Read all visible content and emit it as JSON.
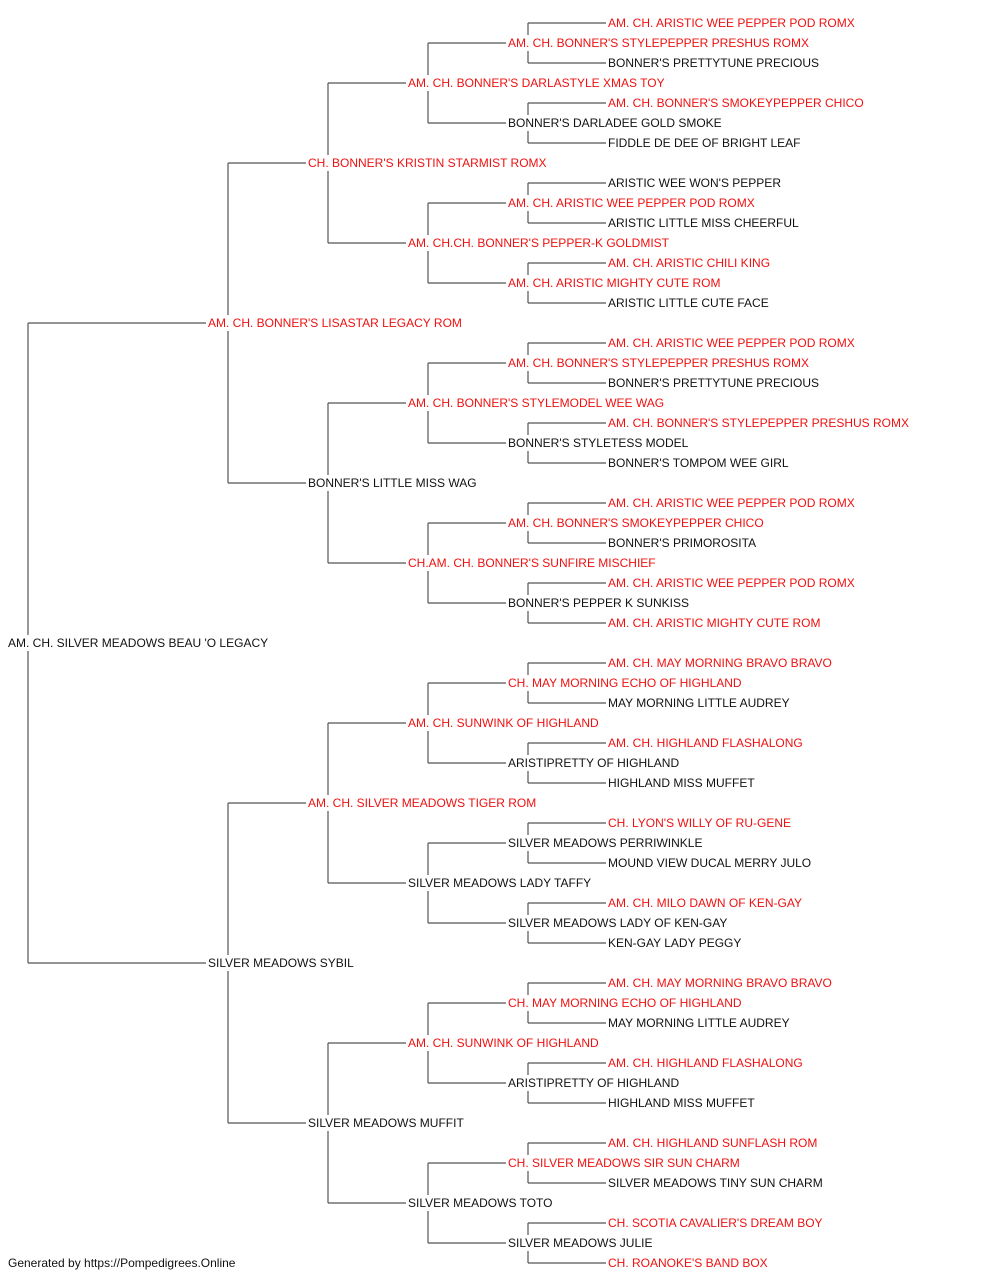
{
  "colors": {
    "titled": "#ee1111",
    "plain": "#111111",
    "line": "#555555"
  },
  "footer": "Generated by https://Pompedigrees.Online",
  "pedigree": {
    "name": "AM. CH. SILVER MEADOWS BEAU 'O LEGACY",
    "titled": false,
    "sire": {
      "name": "AM. CH. BONNER'S LISASTAR LEGACY ROM",
      "titled": true,
      "sire": {
        "name": "CH. BONNER'S KRISTIN STARMIST ROMX",
        "titled": true,
        "sire": {
          "name": "AM. CH. BONNER'S DARLASTYLE XMAS TOY",
          "titled": true,
          "sire": {
            "name": "AM. CH. BONNER'S STYLEPEPPER PRESHUS ROMX",
            "titled": true,
            "sire": {
              "name": "AM. CH. ARISTIC WEE PEPPER POD ROMX",
              "titled": true
            },
            "dam": {
              "name": "BONNER'S PRETTYTUNE PRECIOUS",
              "titled": false
            }
          },
          "dam": {
            "name": "BONNER'S DARLADEE GOLD SMOKE",
            "titled": false,
            "sire": {
              "name": "AM. CH. BONNER'S SMOKEYPEPPER CHICO",
              "titled": true
            },
            "dam": {
              "name": "FIDDLE DE DEE OF BRIGHT LEAF",
              "titled": false
            }
          }
        },
        "dam": {
          "name": "AM. CH.CH. BONNER'S PEPPER-K GOLDMIST",
          "titled": true,
          "sire": {
            "name": "AM. CH. ARISTIC WEE PEPPER POD ROMX",
            "titled": true,
            "sire": {
              "name": "ARISTIC WEE WON'S PEPPER",
              "titled": false
            },
            "dam": {
              "name": "ARISTIC LITTLE MISS CHEERFUL",
              "titled": false
            }
          },
          "dam": {
            "name": "AM. CH. ARISTIC MIGHTY CUTE ROM",
            "titled": true,
            "sire": {
              "name": "AM. CH. ARISTIC CHILI KING",
              "titled": true
            },
            "dam": {
              "name": "ARISTIC LITTLE CUTE FACE",
              "titled": false
            }
          }
        }
      },
      "dam": {
        "name": "BONNER'S LITTLE MISS WAG",
        "titled": false,
        "sire": {
          "name": "AM. CH. BONNER'S STYLEMODEL WEE WAG",
          "titled": true,
          "sire": {
            "name": "AM. CH. BONNER'S STYLEPEPPER PRESHUS ROMX",
            "titled": true,
            "sire": {
              "name": "AM. CH. ARISTIC WEE PEPPER POD ROMX",
              "titled": true
            },
            "dam": {
              "name": "BONNER'S PRETTYTUNE PRECIOUS",
              "titled": false
            }
          },
          "dam": {
            "name": "BONNER'S STYLETESS MODEL",
            "titled": false,
            "sire": {
              "name": "AM. CH. BONNER'S STYLEPEPPER PRESHUS ROMX",
              "titled": true
            },
            "dam": {
              "name": "BONNER'S TOMPOM WEE GIRL",
              "titled": false
            }
          }
        },
        "dam": {
          "name": "CH.AM. CH. BONNER'S SUNFIRE MISCHIEF",
          "titled": true,
          "sire": {
            "name": "AM. CH. BONNER'S SMOKEYPEPPER CHICO",
            "titled": true,
            "sire": {
              "name": "AM. CH. ARISTIC WEE PEPPER POD ROMX",
              "titled": true
            },
            "dam": {
              "name": "BONNER'S PRIMOROSITA",
              "titled": false
            }
          },
          "dam": {
            "name": "BONNER'S PEPPER K SUNKISS",
            "titled": false,
            "sire": {
              "name": "AM. CH. ARISTIC WEE PEPPER POD ROMX",
              "titled": true
            },
            "dam": {
              "name": "AM. CH. ARISTIC MIGHTY CUTE ROM",
              "titled": true
            }
          }
        }
      }
    },
    "dam": {
      "name": "SILVER MEADOWS SYBIL",
      "titled": false,
      "sire": {
        "name": "AM. CH. SILVER MEADOWS TIGER ROM",
        "titled": true,
        "sire": {
          "name": "AM. CH. SUNWINK OF HIGHLAND",
          "titled": true,
          "sire": {
            "name": "CH. MAY MORNING ECHO OF HIGHLAND",
            "titled": true,
            "sire": {
              "name": "AM. CH. MAY MORNING BRAVO BRAVO",
              "titled": true
            },
            "dam": {
              "name": "MAY MORNING LITTLE AUDREY",
              "titled": false
            }
          },
          "dam": {
            "name": "ARISTIPRETTY OF HIGHLAND",
            "titled": false,
            "sire": {
              "name": "AM. CH. HIGHLAND FLASHALONG",
              "titled": true
            },
            "dam": {
              "name": "HIGHLAND MISS MUFFET",
              "titled": false
            }
          }
        },
        "dam": {
          "name": "SILVER MEADOWS LADY TAFFY",
          "titled": false,
          "sire": {
            "name": "SILVER MEADOWS PERRIWINKLE",
            "titled": false,
            "sire": {
              "name": "CH. LYON'S WILLY OF RU-GENE",
              "titled": true
            },
            "dam": {
              "name": "MOUND VIEW DUCAL MERRY JULO",
              "titled": false
            }
          },
          "dam": {
            "name": "SILVER MEADOWS LADY OF KEN-GAY",
            "titled": false,
            "sire": {
              "name": "AM. CH. MILO DAWN OF KEN-GAY",
              "titled": true
            },
            "dam": {
              "name": "KEN-GAY LADY PEGGY",
              "titled": false
            }
          }
        }
      },
      "dam": {
        "name": "SILVER MEADOWS MUFFIT",
        "titled": false,
        "sire": {
          "name": "AM. CH. SUNWINK OF HIGHLAND",
          "titled": true,
          "sire": {
            "name": "CH. MAY MORNING ECHO OF HIGHLAND",
            "titled": true,
            "sire": {
              "name": "AM. CH. MAY MORNING BRAVO BRAVO",
              "titled": true
            },
            "dam": {
              "name": "MAY MORNING LITTLE AUDREY",
              "titled": false
            }
          },
          "dam": {
            "name": "ARISTIPRETTY OF HIGHLAND",
            "titled": false,
            "sire": {
              "name": "AM. CH. HIGHLAND FLASHALONG",
              "titled": true
            },
            "dam": {
              "name": "HIGHLAND MISS MUFFET",
              "titled": false
            }
          }
        },
        "dam": {
          "name": "SILVER MEADOWS TOTO",
          "titled": false,
          "sire": {
            "name": "CH. SILVER MEADOWS SIR SUN CHARM",
            "titled": true,
            "sire": {
              "name": "AM. CH. HIGHLAND SUNFLASH ROM",
              "titled": true
            },
            "dam": {
              "name": "SILVER MEADOWS TINY SUN CHARM",
              "titled": false
            }
          },
          "dam": {
            "name": "SILVER MEADOWS JULIE",
            "titled": false,
            "sire": {
              "name": "CH. SCOTIA CAVALIER'S DREAM BOY",
              "titled": true
            },
            "dam": {
              "name": "CH. ROANOKE'S BAND BOX",
              "titled": true
            }
          }
        }
      }
    }
  }
}
